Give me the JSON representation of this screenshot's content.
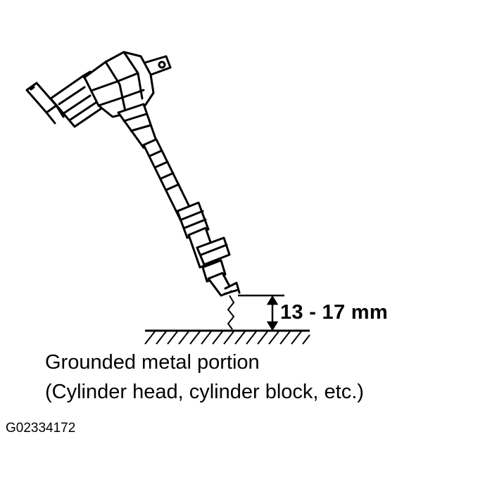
{
  "diagram": {
    "gap_label": "13 - 17 mm",
    "caption_line1": "Grounded metal portion",
    "caption_line2": "(Cylinder head, cylinder block, etc.)",
    "figure_id": "G02334172"
  },
  "colors": {
    "ink": "#000000",
    "paper": "#ffffff"
  }
}
